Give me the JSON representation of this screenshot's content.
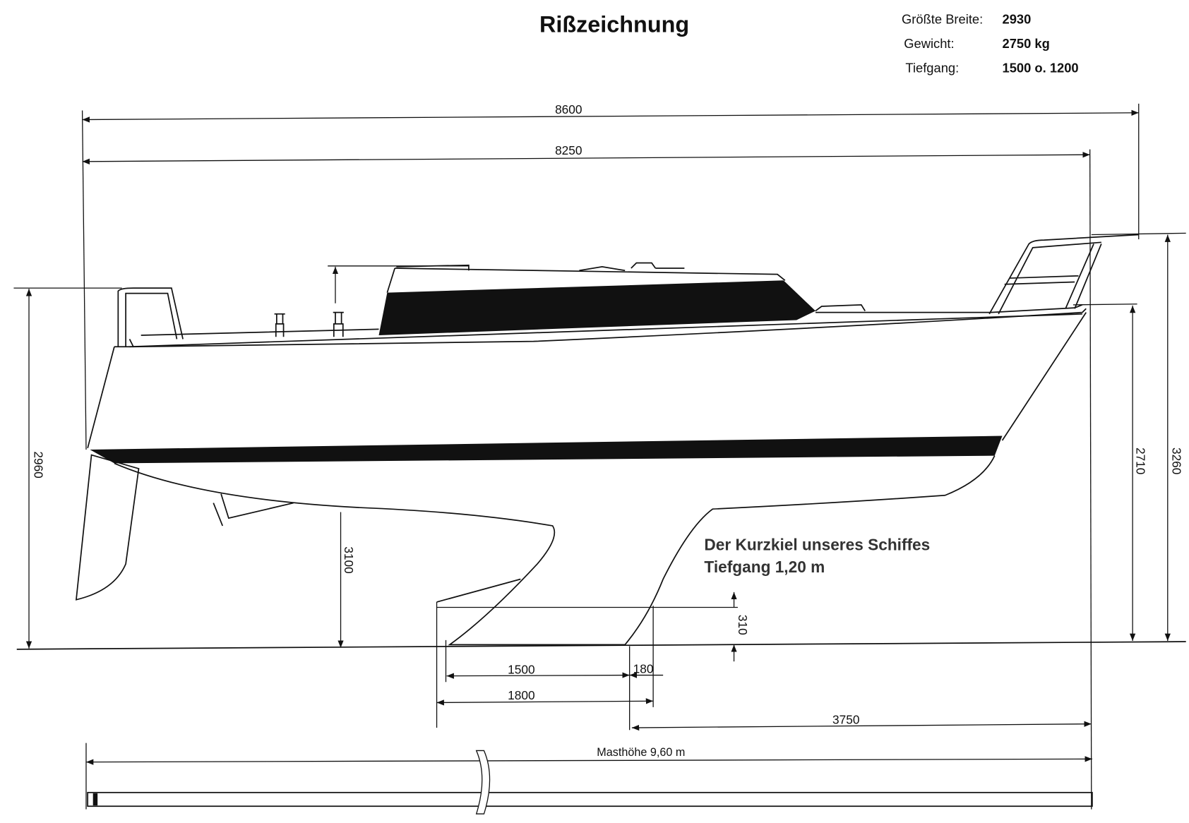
{
  "title": "Rißzeichnung",
  "specs": [
    {
      "label": "Größte Breite:",
      "value": "2930"
    },
    {
      "label": "Gewicht:",
      "value": "2750 kg"
    },
    {
      "label": "Tiefgang:",
      "value": "1500 o. 1200"
    }
  ],
  "dimensions": {
    "overall_length": "8600",
    "hull_length": "8250",
    "stern_height": "2960",
    "draft_to_cabin": "3100",
    "bow_height": "2710",
    "pulpit_height": "3260",
    "keel_step": "310",
    "keel_1500": "1500",
    "keel_180": "180",
    "keel_1800": "1800",
    "keel_3750": "3750",
    "mast_height": "Masthöhe 9,60 m"
  },
  "annotation": {
    "line1": "Der Kurzkiel unseres Schiffes",
    "line2": "Tiefgang 1,20 m"
  }
}
